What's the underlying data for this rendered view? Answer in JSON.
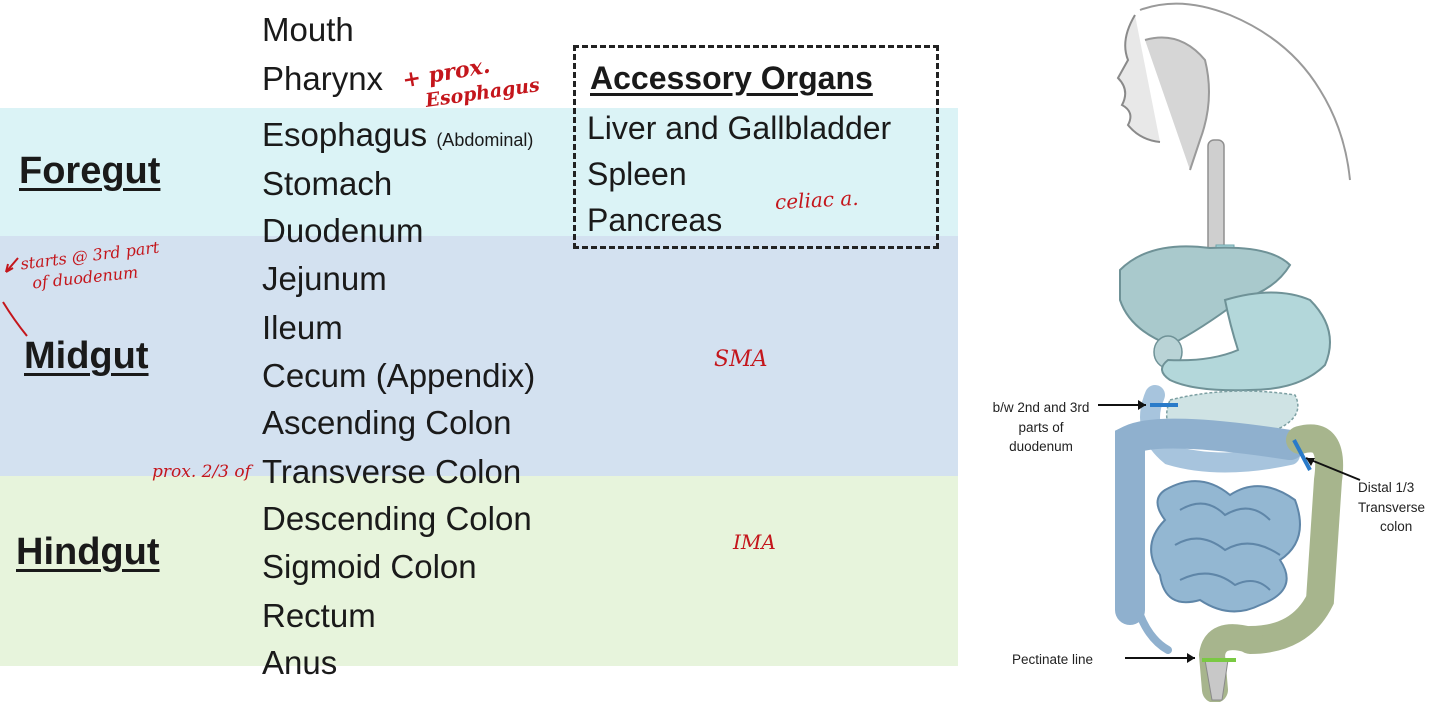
{
  "colors": {
    "foregut_band": "#dbf3f6",
    "midgut_band": "#d3e1f0",
    "hindgut_band": "#e7f4dc",
    "annotation_red": "#c4161c"
  },
  "regions": {
    "foregut": "Foregut",
    "midgut": "Midgut",
    "hindgut": "Hindgut"
  },
  "organs": {
    "mouth": "Mouth",
    "pharynx": "Pharynx",
    "esophagus": "Esophagus",
    "esophagus_note": "(Abdominal)",
    "stomach": "Stomach",
    "duodenum": "Duodenum",
    "jejunum": "Jejunum",
    "ileum": "Ileum",
    "cecum": "Cecum (Appendix)",
    "ascending_colon": "Ascending Colon",
    "transverse_colon": "Transverse Colon",
    "descending_colon": "Descending Colon",
    "sigmoid_colon": "Sigmoid Colon",
    "rectum": "Rectum",
    "anus": "Anus"
  },
  "accessory": {
    "title": "Accessory Organs",
    "items": [
      "Liver and Gallbladder",
      "Spleen",
      "Pancreas"
    ]
  },
  "handwritten": {
    "pharynx_note_1": "+ prox.",
    "pharynx_note_2": "Esophagus",
    "celiac": "celiac a.",
    "sma": "SMA",
    "ima": "IMA",
    "midgut_start_1": "starts @ 3rd part",
    "midgut_start_2": "of duodenum",
    "transverse_note": "prox. 2/3 of"
  },
  "figure_labels": {
    "duodenum_1": "b/w 2nd and 3rd",
    "duodenum_2": "parts of",
    "duodenum_3": "duodenum",
    "distal_1": "Distal 1/3",
    "distal_2": "Transverse",
    "distal_3": "colon",
    "pectinate": "Pectinate line"
  }
}
